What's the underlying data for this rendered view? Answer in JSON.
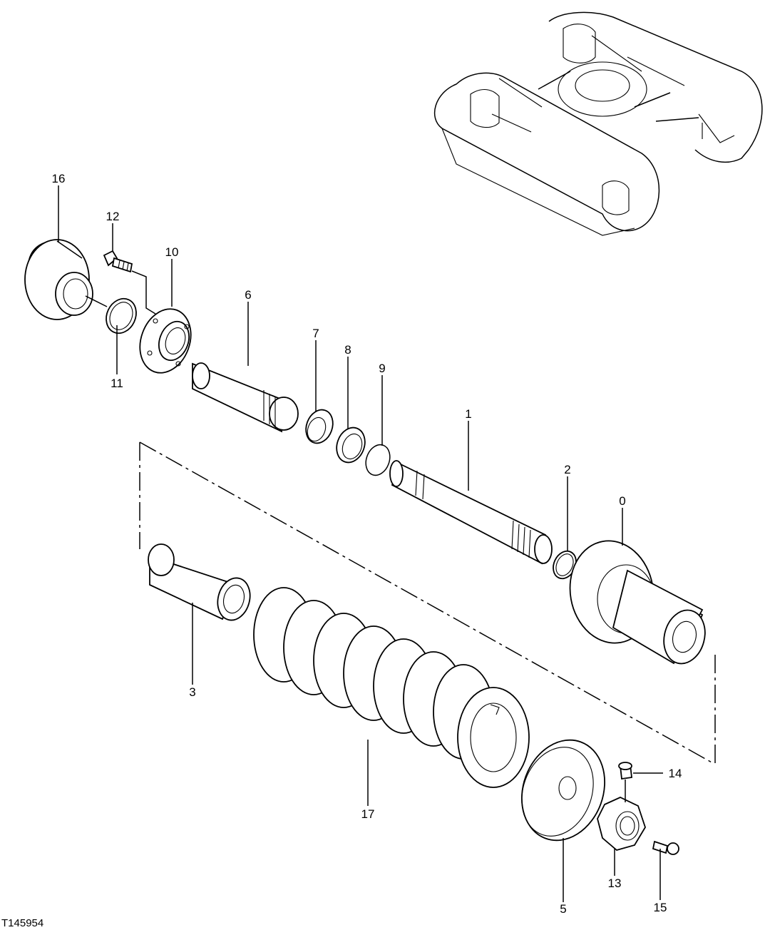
{
  "figure": {
    "id": "T145954"
  },
  "callouts": [
    {
      "key": "0",
      "text": "0"
    },
    {
      "key": "1",
      "text": "1"
    },
    {
      "key": "2",
      "text": "2"
    },
    {
      "key": "3",
      "text": "3"
    },
    {
      "key": "5",
      "text": "5"
    },
    {
      "key": "6",
      "text": "6"
    },
    {
      "key": "7",
      "text": "7"
    },
    {
      "key": "8",
      "text": "8"
    },
    {
      "key": "9",
      "text": "9"
    },
    {
      "key": "10",
      "text": "10"
    },
    {
      "key": "11",
      "text": "11"
    },
    {
      "key": "12",
      "text": "12"
    },
    {
      "key": "13",
      "text": "13"
    },
    {
      "key": "14",
      "text": "14"
    },
    {
      "key": "15",
      "text": "15"
    },
    {
      "key": "16",
      "text": "16"
    },
    {
      "key": "17",
      "text": "17"
    }
  ]
}
